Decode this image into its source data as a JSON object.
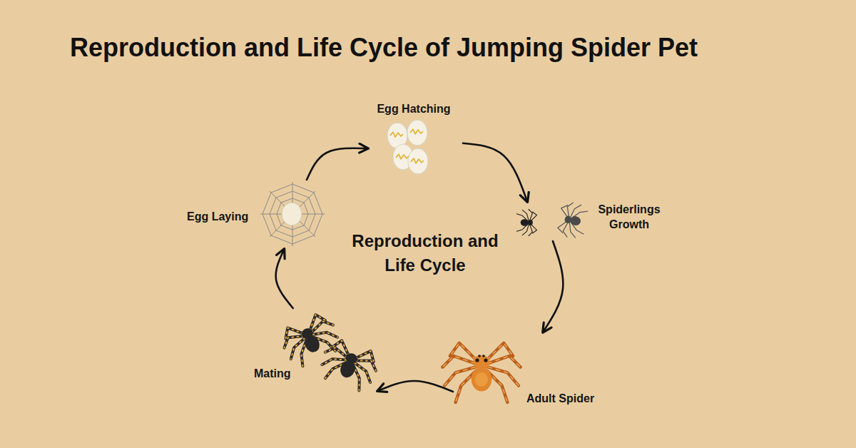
{
  "diagram": {
    "title": "Reproduction and Life Cycle of Jumping Spider Pet",
    "nodes": [
      {
        "text": [
          "Egg Hatching"
        ]
      },
      {
        "text": [
          "Spiderlings Growth"
        ]
      },
      {
        "text": [
          "Adult Spider"
        ]
      },
      {
        "text": [
          "Mating"
        ]
      },
      {
        "text": [
          "Egg Laying"
        ]
      }
    ],
    "edges": [
      {
        "from": 4,
        "to": 0,
        "arrow": "to"
      },
      {
        "from": 0,
        "to": 1,
        "arrow": "to"
      },
      {
        "from": 1,
        "to": 2,
        "arrow": "to"
      },
      {
        "from": 2,
        "to": 3,
        "arrow": "to"
      },
      {
        "from": 3,
        "to": 4,
        "arrow": "to"
      }
    ],
    "labels": [
      "Reproduction and Life Cycle"
    ]
  }
}
